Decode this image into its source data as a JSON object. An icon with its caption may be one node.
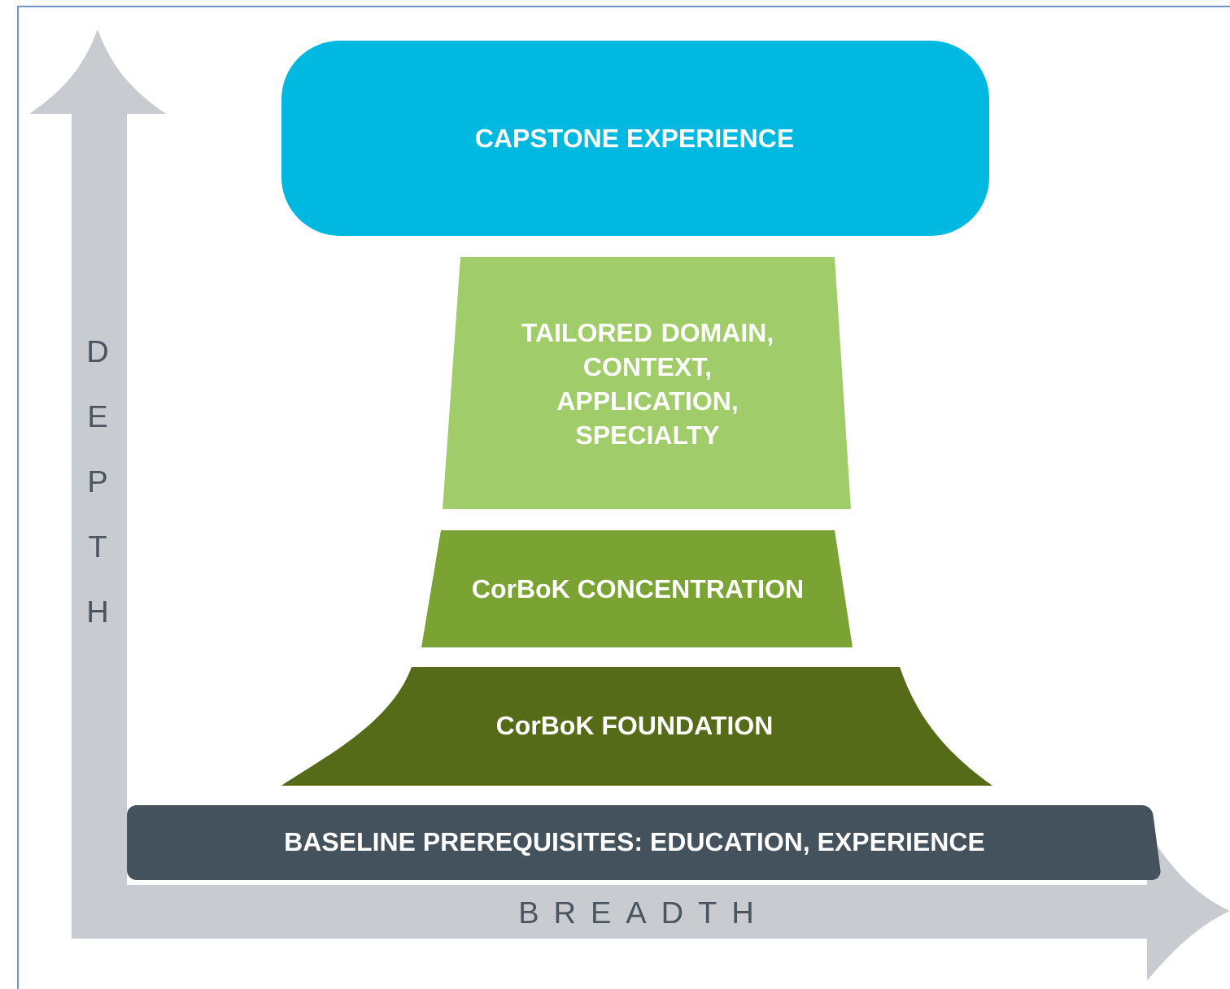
{
  "diagram": {
    "nodes": [
      {
        "text": [
          "CAPSTONE EXPERIENCE"
        ]
      },
      {
        "text": [
          "TAILORED DOMAIN, CONTEXT, APPLICATION, SPECIALTY"
        ]
      },
      {
        "text": [
          "CorBoK CONCENTRATION"
        ]
      },
      {
        "text": [
          "CorBoK FOUNDATION"
        ]
      },
      {
        "text": [
          "BASELINE PREREQUISITES: EDUCATION, EXPERIENCE"
        ]
      }
    ],
    "labels": [
      "D E P T H",
      "B R E A D T H"
    ]
  }
}
